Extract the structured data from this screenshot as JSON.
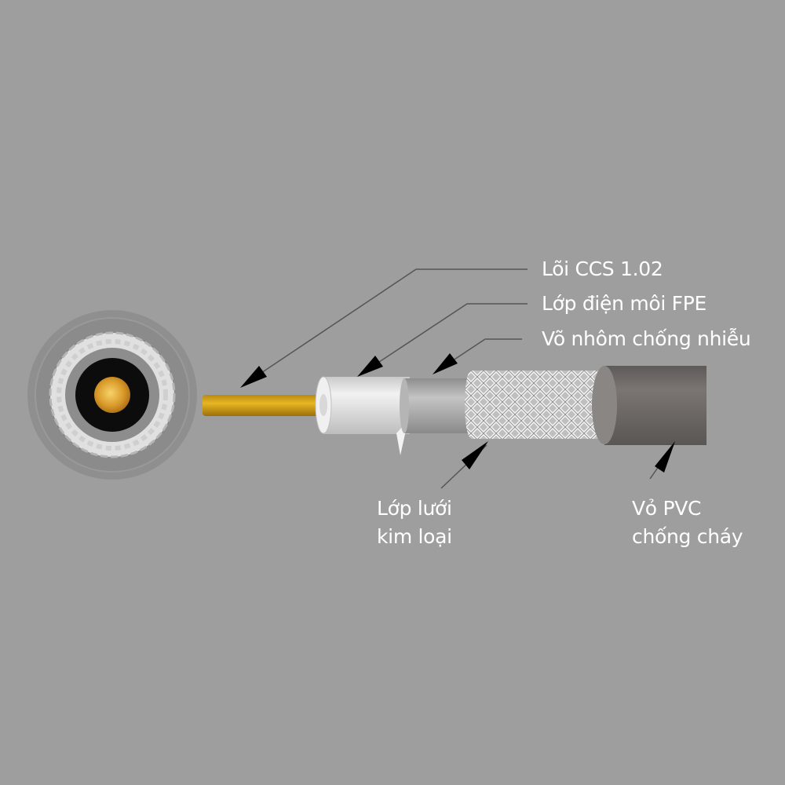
{
  "labels": {
    "core": "Lõi CCS 1.02",
    "dielectric": "Lớp điện môi FPE",
    "foil": "Võ nhôm chống nhiễu",
    "mesh_line1": "Lớp lưới",
    "mesh_line2": "kim loại",
    "jacket_line1": "Vỏ PVC",
    "jacket_line2": "chống cháy"
  },
  "colors": {
    "background": "#9e9e9e",
    "core": "#d9a21c",
    "dielectric": "#e8e8e8",
    "foil": "#a9a9a9",
    "braid": "#dcdcdc",
    "jacket": "#6f6b69",
    "label": "#ffffff",
    "leader": "#000000"
  }
}
